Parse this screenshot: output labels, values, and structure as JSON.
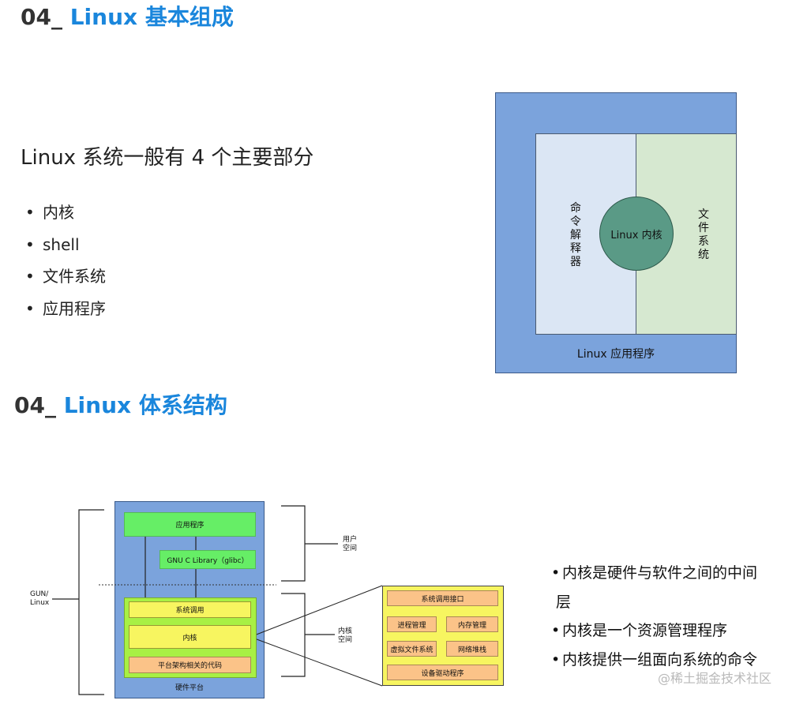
{
  "section1": {
    "number": "04_",
    "title": "Linux 基本组成",
    "subtitle": "Linux 系统一般有 4 个主要部分",
    "bullets": [
      "内核",
      "shell",
      "文件系统",
      "应用程序"
    ]
  },
  "diagram1": {
    "left_label": "命令解释器",
    "right_label": "文件系统",
    "center_label": "Linux 内核",
    "bottom_label": "Linux 应用程序"
  },
  "section2": {
    "number": "04_",
    "title": "Linux 体系结构"
  },
  "diagram2": {
    "app": "应用程序",
    "glibc": "GNU C Library（glibc）",
    "syscall": "系统调用",
    "kernel": "内核",
    "arch_code": "平台架构相关的代码",
    "hardware": "硬件平台",
    "gnu_linux": [
      "GUN/",
      "Linux"
    ],
    "user_space": [
      "用户",
      "空间"
    ],
    "kernel_space": [
      "内核",
      "空间"
    ],
    "kernel_detail": {
      "syscall_interface": "系统调用接口",
      "process_mgmt": "进程管理",
      "memory_mgmt": "内存管理",
      "vfs": "虚拟文件系统",
      "network_stack": "网络堆栈",
      "device_drivers": "设备驱动程序"
    }
  },
  "right_bullets": {
    "b1_line1": "内核是硬件与软件之间的中间",
    "b1_line2": "层",
    "b2": "内核是一个资源管理程序",
    "b3": "内核提供一组面向系统的命令"
  },
  "brand_watermark": "@稀土掘金技术社区",
  "colors": {
    "heading_blue": "#1a86dc",
    "diagram_blue": "#7ba3dc",
    "circle_green": "#5a9a86",
    "box_green": "#66ee66",
    "box_yellow": "#f7f560",
    "box_orange": "#fbc388"
  }
}
